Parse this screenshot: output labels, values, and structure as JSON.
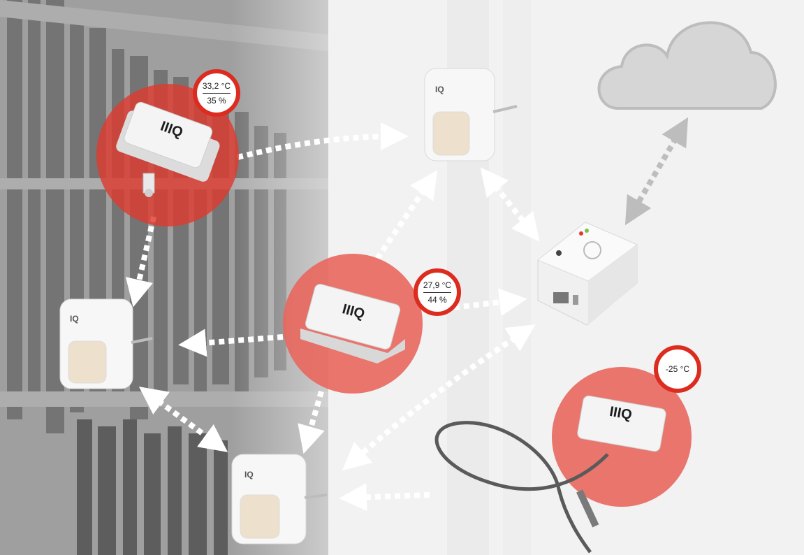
{
  "colors": {
    "accent_red": "#dc2b1f",
    "halo_red": "#e8675e",
    "cloud": "#d6d6d6",
    "device_white": "#f4f4f4",
    "arrow_white": "#ffffff",
    "arrow_grey": "#bdbdbd"
  },
  "sensors": [
    {
      "name": "sensor-humidity-top-left",
      "brand": "IQ",
      "temperature": "33,2 °C",
      "humidity": "35 %"
    },
    {
      "name": "sensor-humidity-center",
      "brand": "IQ",
      "temperature": "27,9 °C",
      "humidity": "44 %"
    },
    {
      "name": "sensor-probe-bottom-right",
      "brand": "IQ",
      "temperature": "-25 °C"
    }
  ],
  "repeaters": [
    {
      "name": "repeater-top"
    },
    {
      "name": "repeater-left"
    },
    {
      "name": "repeater-bottom"
    }
  ],
  "gateway": {
    "name": "gateway-hub"
  },
  "cloud": {
    "name": "cloud-icon"
  },
  "icons": [
    "cloud-icon",
    "sensor-icon",
    "repeater-plug-icon",
    "gateway-icon",
    "probe-cable-icon",
    "dotted-arrow-icon"
  ]
}
